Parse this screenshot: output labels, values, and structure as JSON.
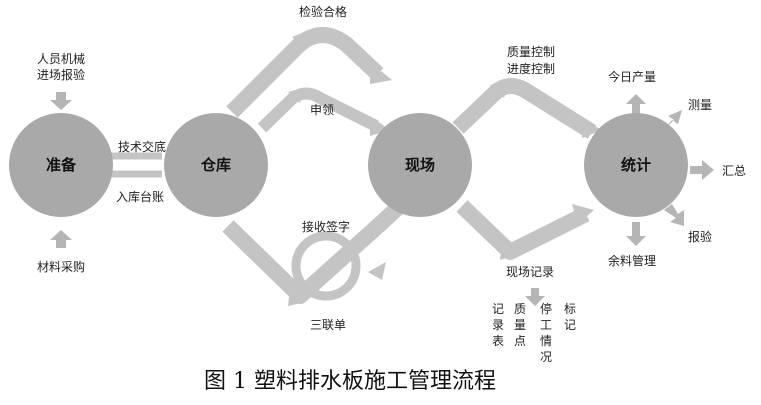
{
  "nodes": {
    "prep": "准备",
    "warehouse": "仓库",
    "site": "现场",
    "stats": "统计"
  },
  "inputs": {
    "personnel_line1": "人员机械",
    "personnel_line2": "进场报验",
    "materials": "材料采购"
  },
  "edges": {
    "tech_briefing": "技术交底",
    "storage_ledger": "入库台账",
    "inspection_passed": "检验合格",
    "requisition": "申领",
    "receipt_sign": "接收签字",
    "triplicate": "三联单",
    "quality_line1": "质量控制",
    "quality_line2": "进度控制",
    "site_records": "现场记录"
  },
  "records": {
    "col1": "记录表",
    "col2": "质量点",
    "col3": "停工情况",
    "col4": "标记"
  },
  "outputs": {
    "daily_output": "今日产量",
    "measure": "测量",
    "summary": "汇总",
    "report": "报验",
    "surplus": "余料管理"
  },
  "caption": "图 1  塑料排水板施工管理流程",
  "colors": {
    "node_fill": "#a9a9a9",
    "flow": "#c4c4c4",
    "text": "#222222"
  }
}
